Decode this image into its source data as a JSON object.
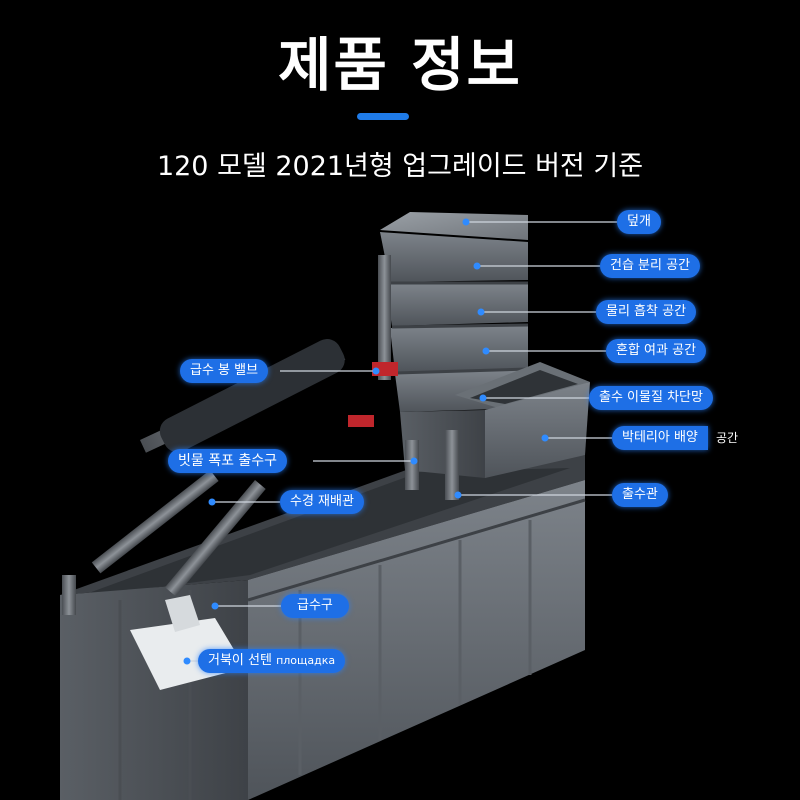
{
  "header": {
    "title": "제품 정보",
    "subtitle": "120 모델 2021년형 업그레이드 버전 기준"
  },
  "colors": {
    "background": "#000000",
    "accent": "#1f7be8",
    "label_bg": "#1e6fe6",
    "box_gray": "#6e747b"
  },
  "labels": {
    "lid": "덮개",
    "dry_wet": "건습 분리 공간",
    "physical": "물리 흡착 공간",
    "mixed": "혼합 여과 공간",
    "outlet_screen": "출수 이물질 차단망",
    "bacteria": "박테리아 배양",
    "bacteria_tail": "공간",
    "outlet_pipe": "출수관",
    "valve": "급수 봉 밸브",
    "rain_outlet": "빗물 폭포 출수구",
    "reflux": "수경 재배관",
    "inlet": "급수구",
    "platform": "거북이 선텐",
    "platform_tail": "площадка"
  }
}
